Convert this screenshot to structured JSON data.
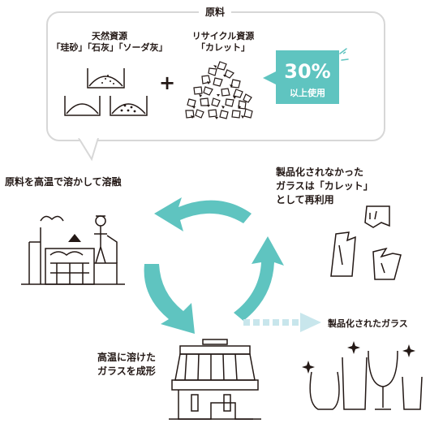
{
  "raw_materials": {
    "title": "原料",
    "natural": {
      "line1": "天然資源",
      "line2": "「珪砂」「石灰」「ソーダ灰」"
    },
    "plus": "+",
    "recycled": {
      "line1": "リサイクル資源",
      "line2": "「カレット」"
    },
    "badge": {
      "value": "30%",
      "caption": "以上使用"
    }
  },
  "steps": {
    "melt": "原料を高温で溶かして溶融",
    "shape": {
      "line1": "高温に溶けた",
      "line2": "ガラスを成形"
    },
    "reuse": {
      "line1": "製品化されなかった",
      "line2": "ガラスは「カレット」",
      "line3": "として再利用"
    },
    "product": "製品化されたガラス"
  },
  "colors": {
    "accent": "#5fc4c0",
    "dotted": "#c8e6ec",
    "line": "#231815",
    "frame": "#d7d7d7"
  }
}
